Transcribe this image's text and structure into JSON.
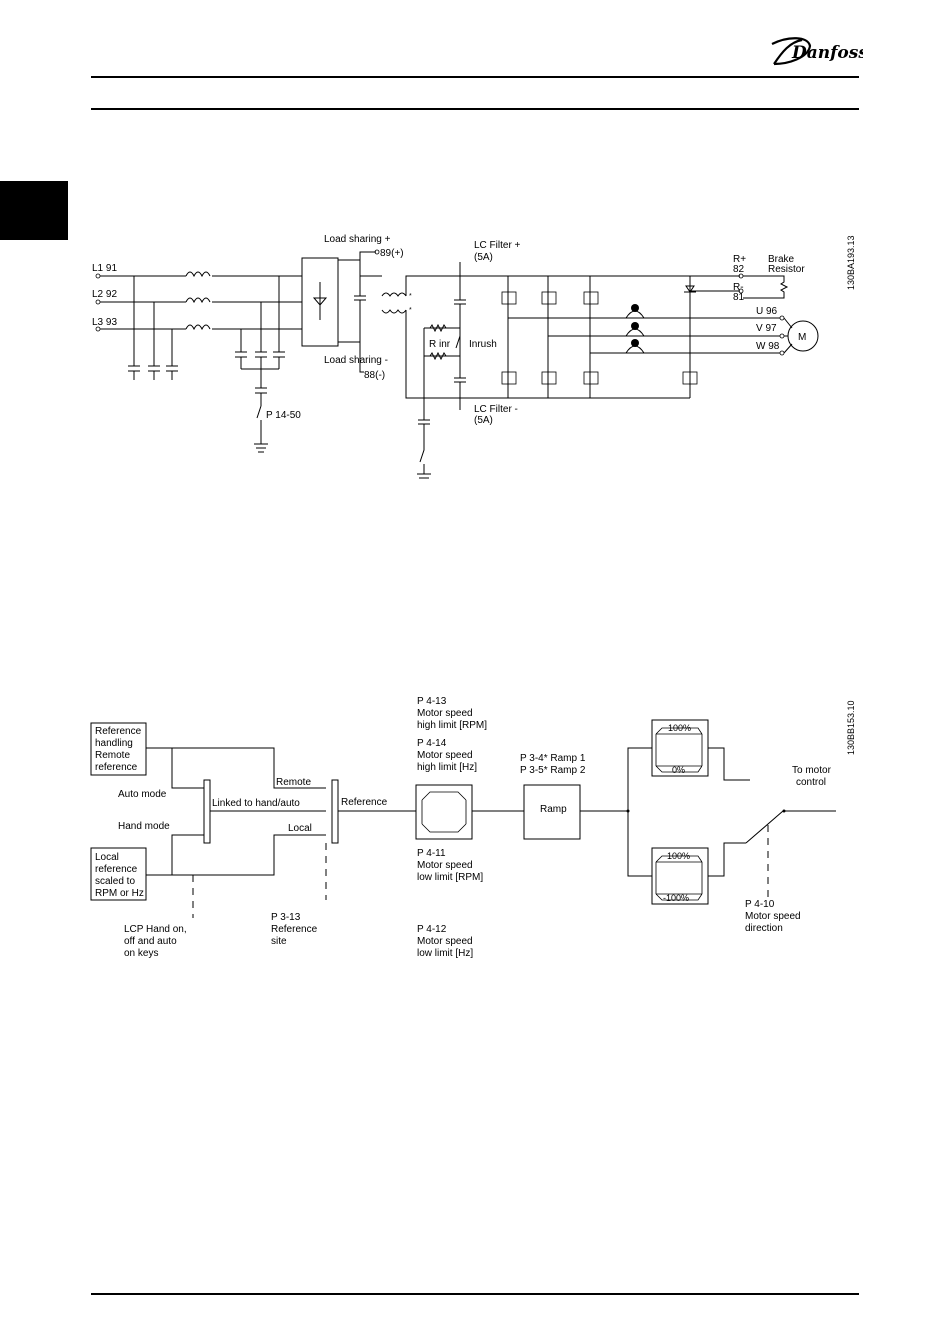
{
  "header": {
    "brand": "Danfoss"
  },
  "power_circuit": {
    "doc_code": "130BA193.13",
    "inputs": [
      "L1 91",
      "L2 92",
      "L3 93"
    ],
    "load_sharing_plus": "Load sharing +",
    "load_sharing_minus": "Load sharing -",
    "terminal_89": "89(+)",
    "terminal_88": "88(-)",
    "lc_filter_plus": [
      "LC Filter +",
      "(5A)"
    ],
    "lc_filter_minus": [
      "LC Filter -",
      "(5A)"
    ],
    "r_plus": [
      "R+",
      "82"
    ],
    "r_minus": [
      "R-",
      "81"
    ],
    "brake": [
      "Brake",
      "Resistor"
    ],
    "outputs": [
      "U 96",
      "V 97",
      "W 98"
    ],
    "motor": "M",
    "r_inr": "R inr",
    "inrush": "Inrush",
    "p1450": "P 14-50"
  },
  "control_diagram": {
    "doc_code": "130BB153.10",
    "remote_ref": [
      "Reference",
      "handling",
      "Remote",
      "reference"
    ],
    "local_ref": [
      "Local",
      "reference",
      "scaled to",
      "RPM or Hz"
    ],
    "auto_mode": "Auto mode",
    "hand_mode": "Hand mode",
    "linked": "Linked to hand/auto",
    "remote": "Remote",
    "local": "Local",
    "reference": "Reference",
    "lcp_keys": [
      "LCP Hand on,",
      "off and auto",
      "on keys"
    ],
    "p313": [
      "P 3-13",
      "Reference",
      "site"
    ],
    "p413": [
      "P 4-13",
      "Motor speed",
      "high limit [RPM]"
    ],
    "p414": [
      "P 4-14",
      "Motor speed",
      "high limit [Hz]"
    ],
    "p411": [
      "P 4-11",
      "Motor speed",
      "low limit [RPM]"
    ],
    "p412": [
      "P 4-12",
      "Motor speed",
      "low limit [Hz]"
    ],
    "ramps": [
      "P 3-4* Ramp 1",
      "P 3-5* Ramp 2"
    ],
    "ramp": "Ramp",
    "lim_top_high": "100%",
    "lim_top_low": "0%",
    "lim_bot_high": "100%",
    "lim_bot_low": "-100%",
    "to_motor": [
      "To motor",
      "control"
    ],
    "p410": [
      "P 4-10",
      "Motor speed",
      "direction"
    ]
  }
}
